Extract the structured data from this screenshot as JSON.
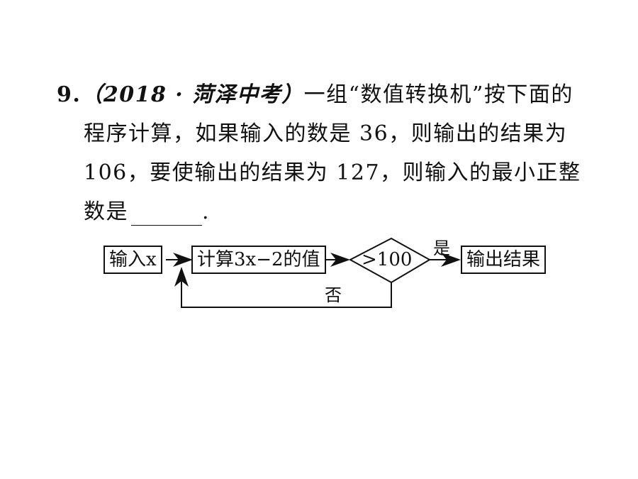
{
  "problem": {
    "number": "9.",
    "source": "（2018 · 菏泽中考）",
    "line1_text": "一组“数值转换机”按下面的",
    "line2": "程序计算，如果输入的数是 36，则输出的结果为",
    "line3": "106，要使输出的结果为 127，则输入的最小正整",
    "line4": "数是",
    "line4_end": "."
  },
  "flowchart": {
    "input_box": "输入x",
    "compute_box": "计算3x−2的值",
    "condition": ">100",
    "yes_label": "是",
    "no_label": "否",
    "output_box": "输出结果"
  }
}
